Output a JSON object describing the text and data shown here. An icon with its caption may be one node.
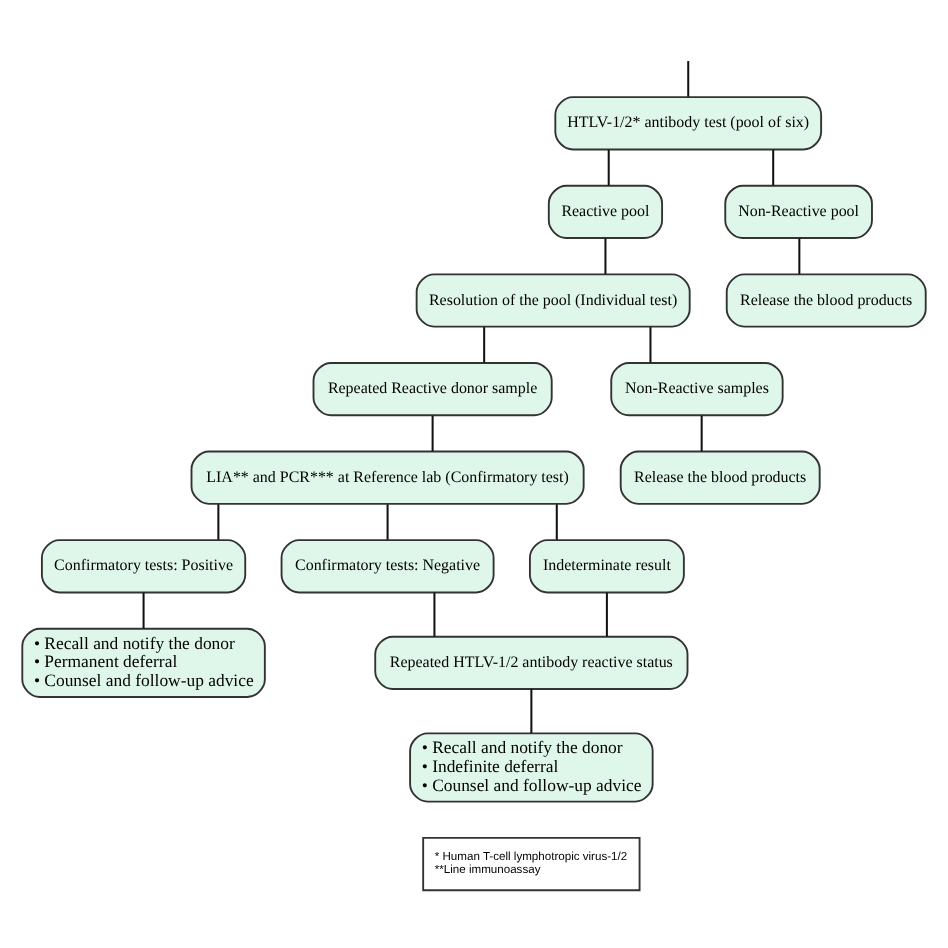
{
  "diagram": {
    "nodes": [
      {
        "text": [
          "HTLV-1/2* antibody test (pool of six)"
        ]
      },
      {
        "text": [
          "Reactive pool"
        ]
      },
      {
        "text": [
          "Non-Reactive pool"
        ]
      },
      {
        "text": [
          "Resolution of the pool (Individual test)"
        ]
      },
      {
        "text": [
          "Release the blood products"
        ]
      },
      {
        "text": [
          "Repeated Reactive donor sample"
        ]
      },
      {
        "text": [
          "Non-Reactive samples"
        ]
      },
      {
        "text": [
          "Release the blood products"
        ]
      },
      {
        "text": [
          "LIA** and PCR*** at Reference lab (Confirmatory test)"
        ]
      },
      {
        "text": [
          "Confirmatory tests: Positive"
        ]
      },
      {
        "text": [
          "Confirmatory tests: Negative"
        ]
      },
      {
        "text": [
          "Indeterminate result"
        ]
      },
      {
        "text": [
          "• Recall and notify the donor",
          "• Permanent deferral",
          "• Counsel and follow-up advice"
        ]
      },
      {
        "text": [
          "Repeated HTLV-1/2 antibody reactive status"
        ]
      },
      {
        "text": [
          "• Recall and notify the donor",
          "• Indefinite deferral",
          "• Counsel and follow-up advice"
        ]
      },
      {
        "text": [
          "* Human T-cell lymphotropic virus-1/2",
          "**Line immunoassay"
        ]
      }
    ],
    "edges": [
      {
        "from": null,
        "to": 0,
        "arrow": "none"
      },
      {
        "from": 0,
        "to": 1,
        "arrow": "none"
      },
      {
        "from": 0,
        "to": 2,
        "arrow": "none"
      },
      {
        "from": 1,
        "to": 3,
        "arrow": "none"
      },
      {
        "from": 2,
        "to": 4,
        "arrow": "none"
      },
      {
        "from": 3,
        "to": 5,
        "arrow": "none"
      },
      {
        "from": 3,
        "to": 6,
        "arrow": "none"
      },
      {
        "from": 6,
        "to": 7,
        "arrow": "none"
      },
      {
        "from": 5,
        "to": 8,
        "arrow": "none"
      },
      {
        "from": 8,
        "to": 9,
        "arrow": "none"
      },
      {
        "from": 8,
        "to": 10,
        "arrow": "none"
      },
      {
        "from": 8,
        "to": 11,
        "arrow": "none"
      },
      {
        "from": 9,
        "to": 12,
        "arrow": "none"
      },
      {
        "from": 10,
        "to": 13,
        "arrow": "none"
      },
      {
        "from": 11,
        "to": 13,
        "arrow": "none"
      },
      {
        "from": 13,
        "to": 14,
        "arrow": "none"
      }
    ]
  }
}
